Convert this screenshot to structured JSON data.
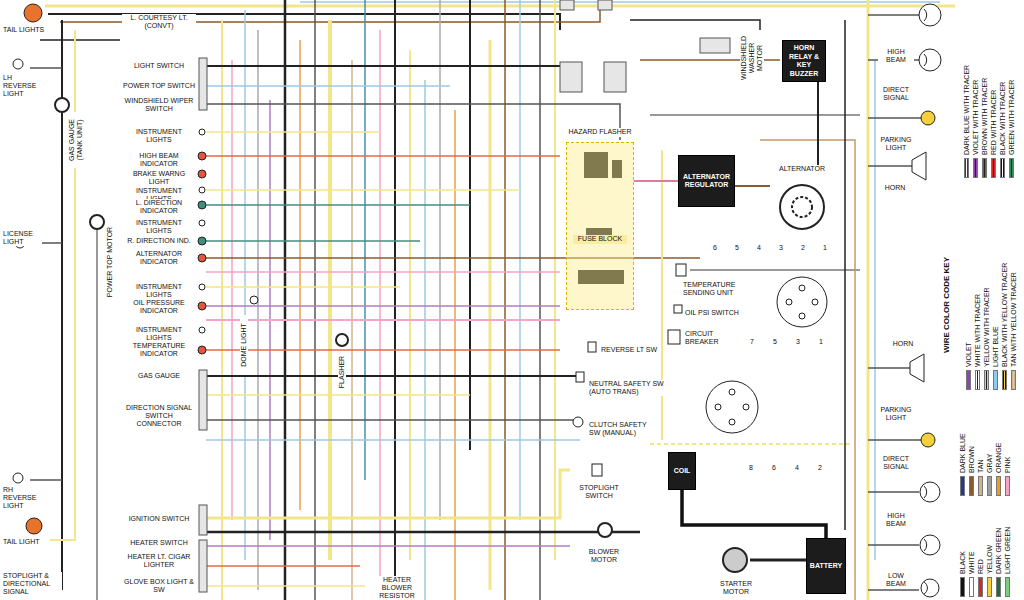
{
  "diagram": {
    "nodes": [
      {
        "text": [
          "HORN RELAY & KEY BUZZER"
        ]
      },
      {
        "text": [
          "ALTERNATOR REGULATOR"
        ]
      },
      {
        "text": [
          "ALTERNATOR"
        ]
      },
      {
        "text": [
          "HAZARD FLASHER",
          "FUSE BLOCK"
        ]
      },
      {
        "text": [
          "COIL"
        ]
      },
      {
        "text": [
          "BATTERY"
        ]
      }
    ],
    "edges": [
      {
        "from": 1,
        "to": 2,
        "arrow": "none"
      },
      {
        "from": 3,
        "to": 1,
        "arrow": "none"
      },
      {
        "from": 0,
        "to": 2,
        "arrow": "none"
      },
      {
        "from": 4,
        "to": 5,
        "arrow": "none"
      }
    ],
    "labels": [
      "TAIL LIGHTS",
      "LH REVERSE LIGHT",
      "GAS GAUGE (TANK UNIT)",
      "LICENSE LIGHT",
      "POWER TOP MOTOR",
      "RH REVERSE LIGHT",
      "TAIL LIGHT",
      "STOPLIGHT & DIRECTIONAL SIGNAL",
      "L. COURTESY LT. (CONVT)",
      "LIGHT SWITCH",
      "POWER TOP SWITCH",
      "WINDSHIELD WIPER SWITCH",
      "INSTRUMENT LIGHTS",
      "HIGH BEAM INDICATOR",
      "BRAKE WARNG LIGHT",
      "INSTRUMENT LIGHTS",
      "L. DIRECTION INDICATOR",
      "INSTRUMENT LIGHTS",
      "R. DIRECTION IND.",
      "ALTERNATOR INDICATOR",
      "INSTRUMENT LIGHTS",
      "OIL PRESSURE INDICATOR",
      "INSTRUMENT LIGHTS",
      "TEMPERATURE INDICATOR",
      "GAS GAUGE",
      "DIRECTION SIGNAL SWITCH CONNECTOR",
      "IGNITION SWITCH",
      "HEATER SWITCH",
      "HEATER LT. CIGAR LIGHTER",
      "GLOVE BOX LIGHT & SW",
      "DOME LIGHT",
      "FLASHER",
      "HEATER BLOWER RESISTOR",
      "WINDSHIELD WASHER MOTOR",
      "TEMPERATURE SENDING UNIT",
      "OIL PSI SWITCH",
      "CIRCUIT BREAKER",
      "REVERSE LT SW",
      "NEUTRAL SAFETY SW (AUTO TRANS)",
      "CLUTCH SAFETY SW (MANUAL)",
      "STOPLIGHT SWITCH",
      "BLOWER MOTOR",
      "STARTER MOTOR",
      "6",
      "5",
      "4",
      "3",
      "2",
      "1",
      "7",
      "5",
      "3",
      "1",
      "8",
      "6",
      "4",
      "2",
      "HIGH BEAM",
      "DIRECT SIGNAL",
      "PARKING LIGHT",
      "HORN",
      "HORN",
      "PARKING LIGHT",
      "DIRECT SIGNAL",
      "HIGH BEAM",
      "LOW BEAM",
      "WIRE COLOR CODE KEY"
    ],
    "legend": [
      {
        "text": "DARK BLUE WITH TRACER"
      },
      {
        "text": "VIOLET WITH TRACER"
      },
      {
        "text": "BROWN WITH TRACER"
      },
      {
        "text": "RED WITH TRACER"
      },
      {
        "text": "BLACK WITH TRACER"
      },
      {
        "text": "GREEN WITH TRACER"
      },
      {
        "text": "VIOLET",
        "color": "#8e44ad"
      },
      {
        "text": "WHITE WITH TRACER"
      },
      {
        "text": "YELLOW WITH TRACER"
      },
      {
        "text": "LIGHT BLUE",
        "color": "#8ec9f0"
      },
      {
        "text": "BLACK WITH YELLOW TRACER"
      },
      {
        "text": "TAN WITH YELLOW TRACER"
      },
      {
        "text": "DARK BLUE",
        "color": "#1f3a93"
      },
      {
        "text": "BROWN",
        "color": "#8b5a2b"
      },
      {
        "text": "TAN",
        "color": "#d2b48c"
      },
      {
        "text": "GRAY",
        "color": "#9e9e9e"
      },
      {
        "text": "ORANGE",
        "color": "#f39c12"
      },
      {
        "text": "PINK",
        "color": "#f5a3c7"
      },
      {
        "text": "BLACK",
        "color": "#111111"
      },
      {
        "text": "WHITE",
        "color": "#ffffff"
      },
      {
        "text": "RED",
        "color": "#d62828"
      },
      {
        "text": "YELLOW",
        "color": "#f4d03f"
      },
      {
        "text": "DARK GREEN",
        "color": "#1e6b3a"
      },
      {
        "text": "LIGHT GREEN",
        "color": "#7ccf7a"
      }
    ]
  }
}
